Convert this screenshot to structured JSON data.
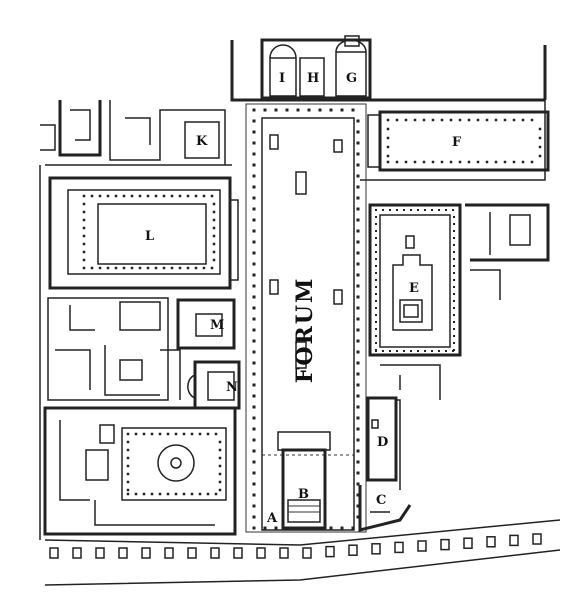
{
  "plan": {
    "forum_label": "FORUM",
    "building_labels": {
      "A": "A",
      "B": "B",
      "C": "C",
      "D": "D",
      "E": "E",
      "F": "F",
      "G": "G",
      "H": "H",
      "I": "I",
      "K": "K",
      "L": "L",
      "M": "M",
      "N": "N"
    }
  },
  "colors": {
    "ink": "#222222",
    "paper": "#ffffff"
  }
}
